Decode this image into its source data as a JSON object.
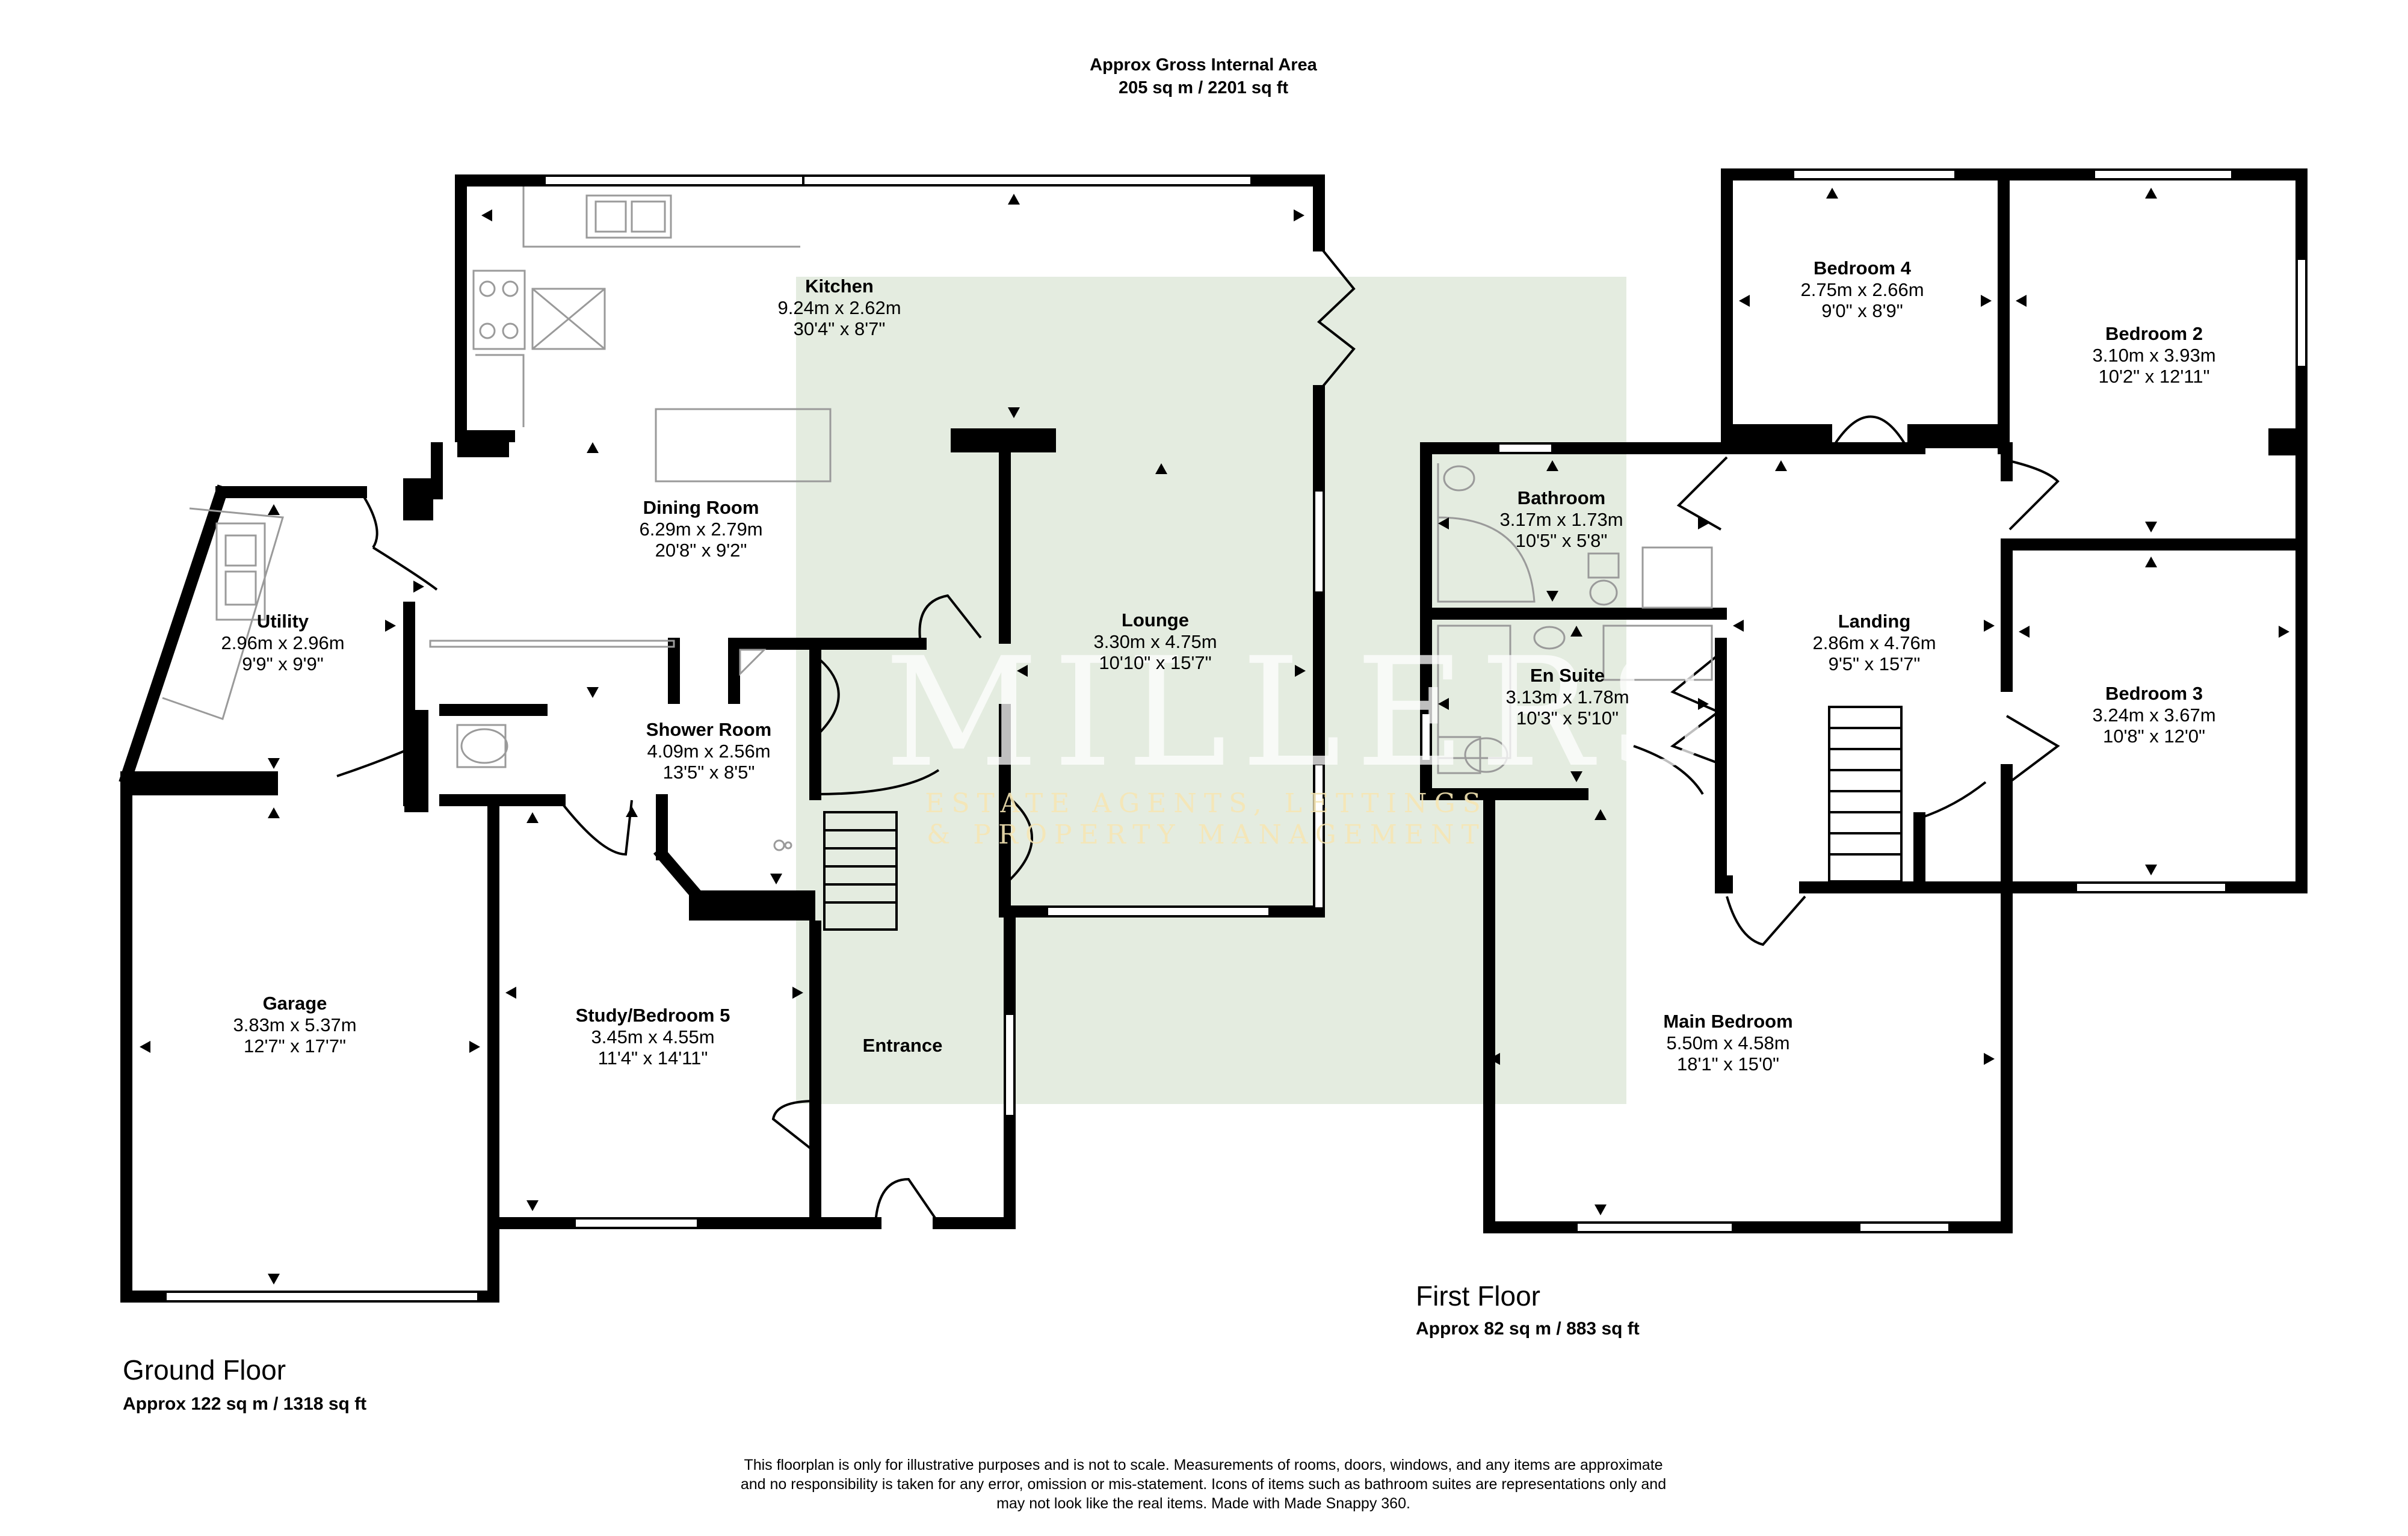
{
  "header": {
    "title": "Approx Gross Internal Area",
    "area": "205 sq m / 2201 sq ft"
  },
  "floors": {
    "ground": {
      "name": "Ground Floor",
      "area": "Approx 122 sq m / 1318 sq ft"
    },
    "first": {
      "name": "First Floor",
      "area": "Approx 82 sq m / 883 sq ft"
    }
  },
  "rooms": {
    "kitchen": {
      "name": "Kitchen",
      "metric": "9.24m x 2.62m",
      "imperial": "30'4\" x 8'7\""
    },
    "dining": {
      "name": "Dining Room",
      "metric": "6.29m x 2.79m",
      "imperial": "20'8\" x 9'2\""
    },
    "utility": {
      "name": "Utility",
      "metric": "2.96m x 2.96m",
      "imperial": "9'9\" x 9'9\""
    },
    "lounge": {
      "name": "Lounge",
      "metric": "3.30m x 4.75m",
      "imperial": "10'10\" x 15'7\""
    },
    "shower": {
      "name": "Shower Room",
      "metric": "4.09m x 2.56m",
      "imperial": "13'5\" x 8'5\""
    },
    "garage": {
      "name": "Garage",
      "metric": "3.83m x 5.37m",
      "imperial": "12'7\" x 17'7\""
    },
    "study": {
      "name": "Study/Bedroom 5",
      "metric": "3.45m x 4.55m",
      "imperial": "11'4\" x 14'11\""
    },
    "entrance": {
      "name": "Entrance"
    },
    "bed4": {
      "name": "Bedroom 4",
      "metric": "2.75m x 2.66m",
      "imperial": "9'0\" x 8'9\""
    },
    "bed2": {
      "name": "Bedroom 2",
      "metric": "3.10m x 3.93m",
      "imperial": "10'2\" x 12'11\""
    },
    "bathroom": {
      "name": "Bathroom",
      "metric": "3.17m x 1.73m",
      "imperial": "10'5\" x 5'8\""
    },
    "ensuite": {
      "name": "En Suite",
      "metric": "3.13m x 1.78m",
      "imperial": "10'3\" x 5'10\""
    },
    "landing": {
      "name": "Landing",
      "metric": "2.86m x 4.76m",
      "imperial": "9'5\" x 15'7\""
    },
    "bed3": {
      "name": "Bedroom 3",
      "metric": "3.24m x 3.67m",
      "imperial": "10'8\" x 12'0\""
    },
    "mainbed": {
      "name": "Main Bedroom",
      "metric": "5.50m x 4.58m",
      "imperial": "18'1\" x 15'0\""
    }
  },
  "watermark": {
    "name": "MILLERS",
    "tagline_1": "ESTATE AGENTS, LETTINGS",
    "tagline_2": "& PROPERTY MANAGEMENT"
  },
  "disclaimer": {
    "line1": "This floorplan is only for illustrative purposes and is not to scale. Measurements of rooms, doors, windows, and any items are approximate",
    "line2": "and no responsibility is taken for any error, omission or mis-statement. Icons of items such as bathroom suites are representations only and",
    "line3": "may not look like the real items. Made with Made Snappy 360."
  },
  "colors": {
    "wall": "#000000",
    "watermark_panel": "#e4ece0",
    "fixture_line": "#9a9a9a"
  }
}
